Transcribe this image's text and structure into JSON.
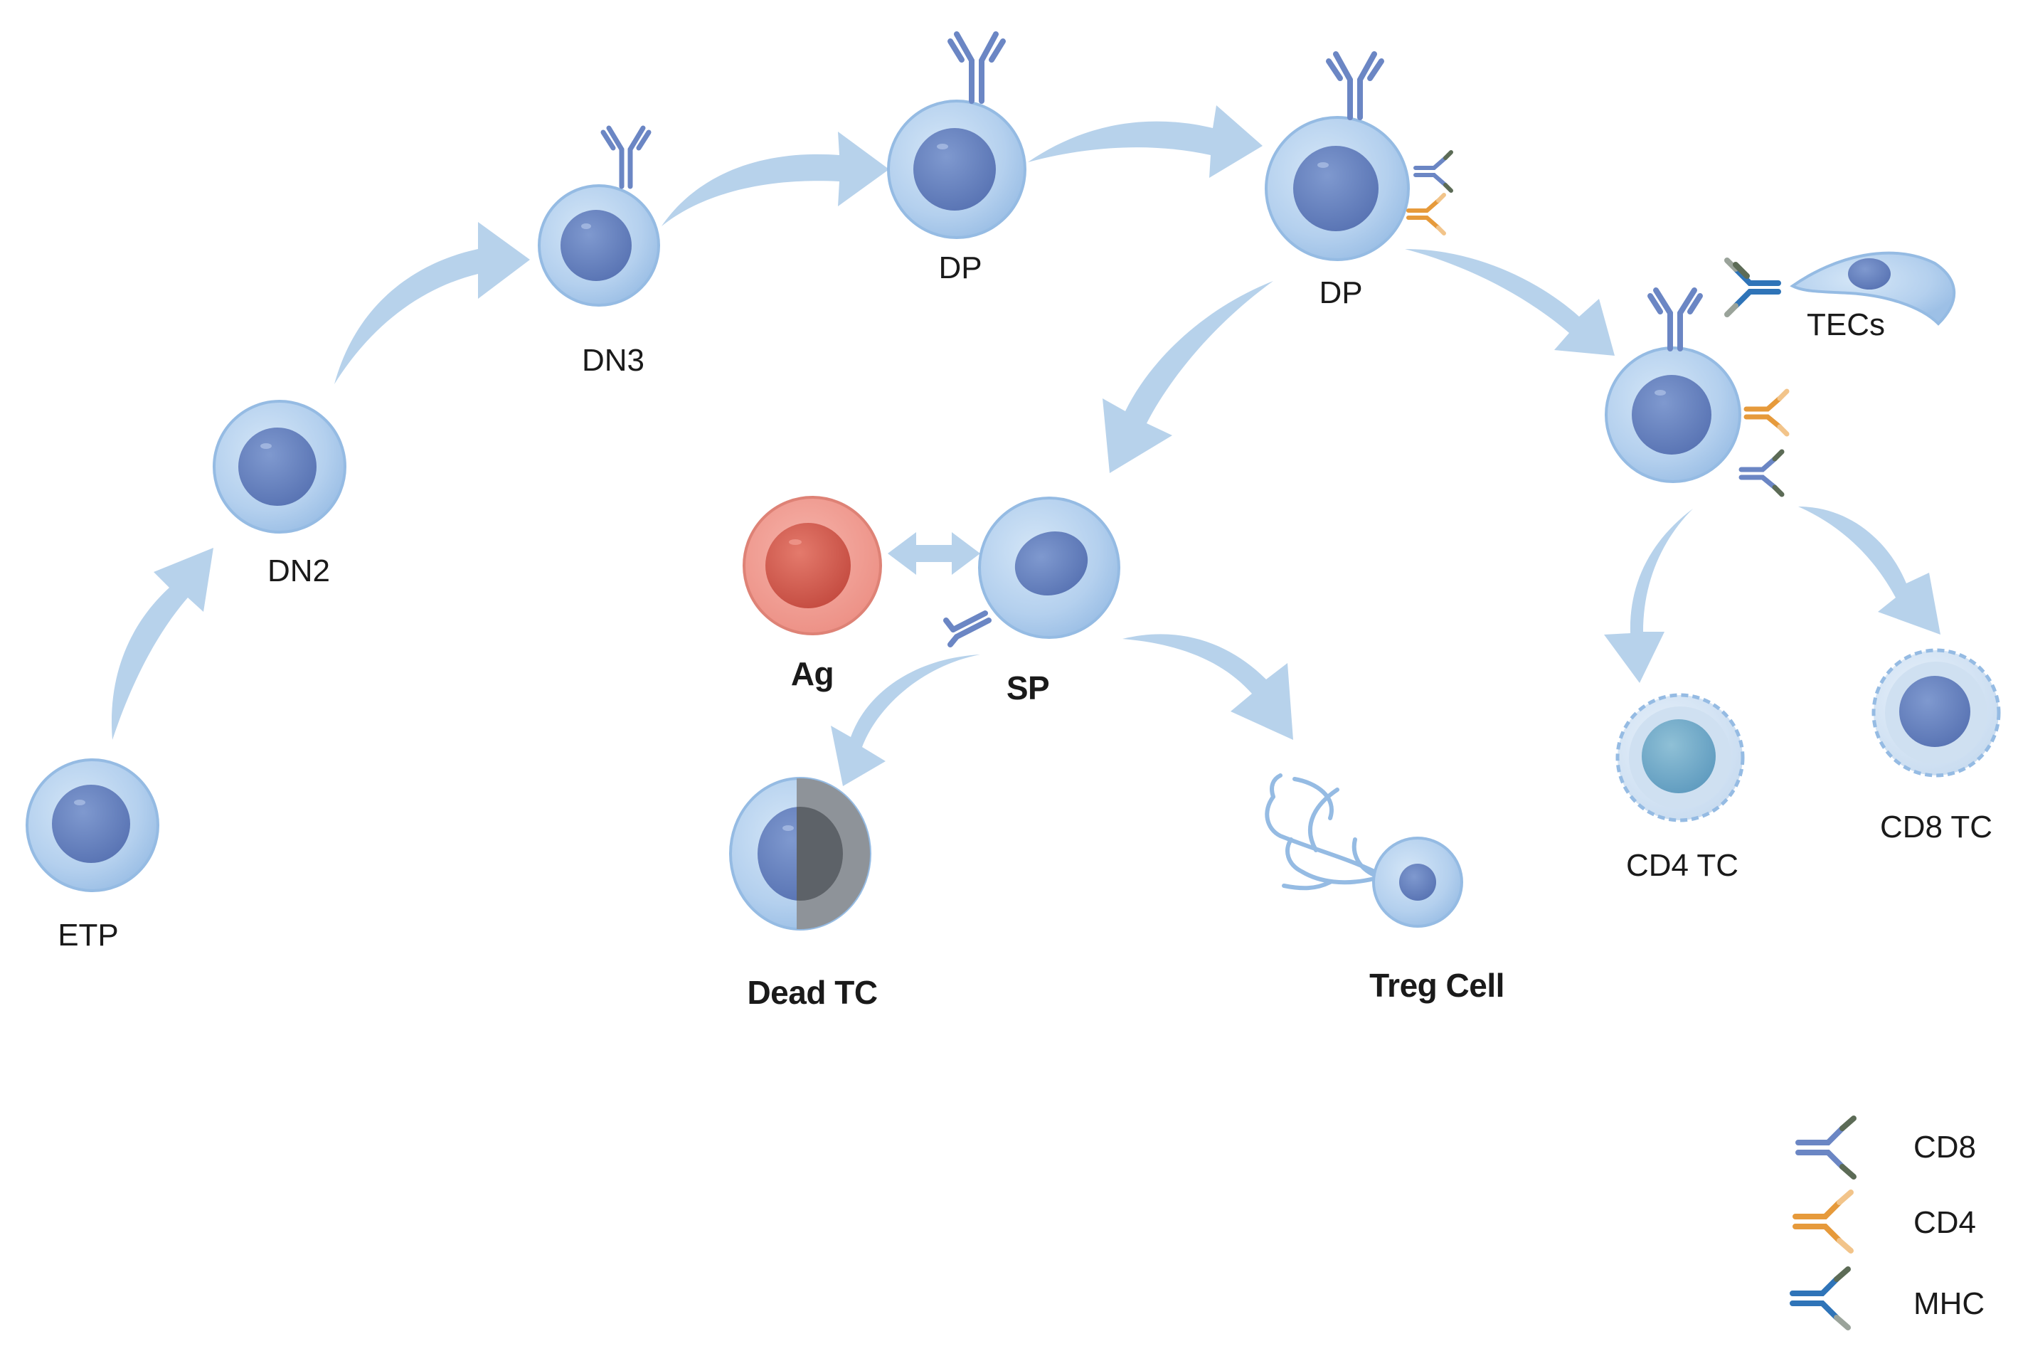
{
  "labels": {
    "etp": "ETP",
    "dn2": "DN2",
    "dn3": "DN3",
    "dp1": "DP",
    "dp2": "DP",
    "tecs": "TECs",
    "ag": "Ag",
    "sp": "SP",
    "dead_tc": "Dead TC",
    "treg": "Treg Cell",
    "cd4_tc": "CD4 TC",
    "cd8_tc": "CD8 TC"
  },
  "legend": [
    {
      "label": "CD8",
      "icon": "cd8-receptor-icon"
    },
    {
      "label": "CD4",
      "icon": "cd4-receptor-icon"
    },
    {
      "label": "MHC",
      "icon": "mhc-receptor-icon"
    }
  ],
  "colors": {
    "cell_body": "#b7d3ef",
    "cell_edge": "#8db3dc",
    "nucleus": "#6a86c1",
    "arrow": "#b7d2eb",
    "tcr": "#6b86c4",
    "cd4": "#e69a3b",
    "cd8_tip": "#5c6b56",
    "mhc": "#2f74b8",
    "antigen": "#e8776b",
    "dead_half": "#6b7076"
  }
}
